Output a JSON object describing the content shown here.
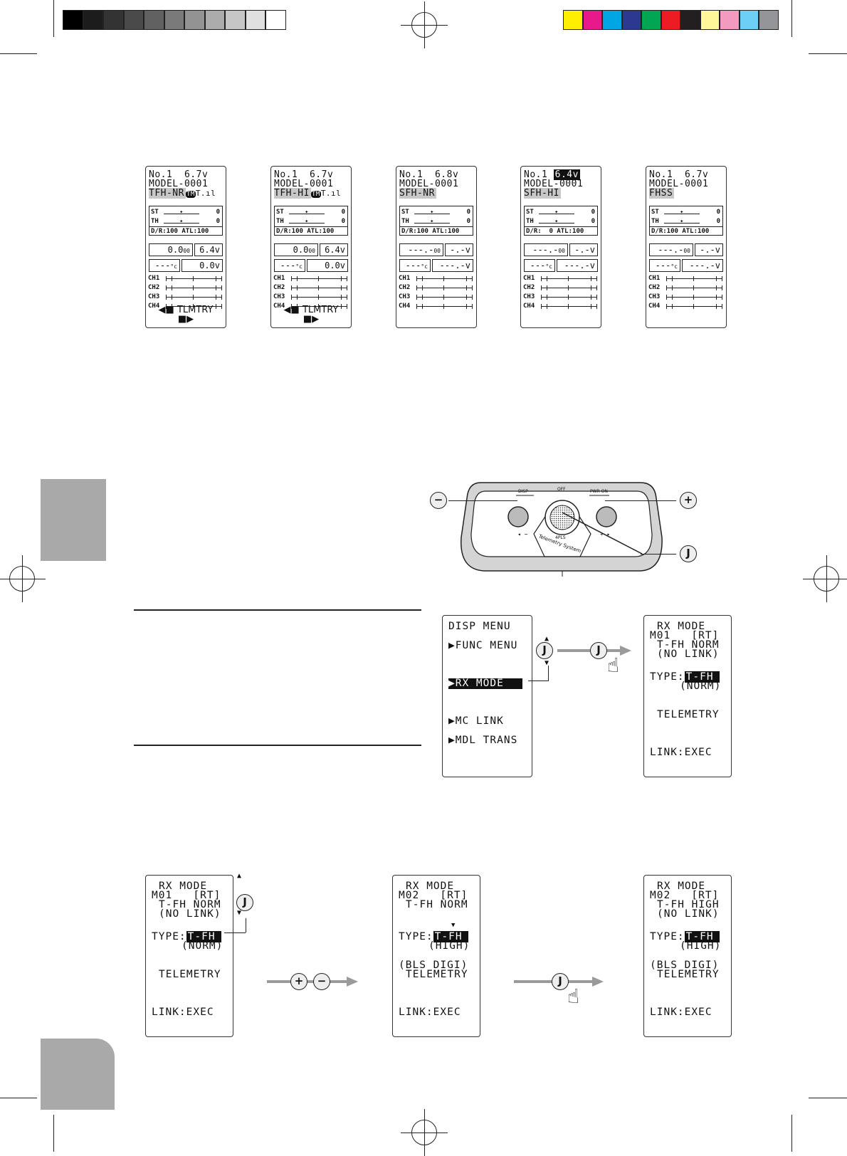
{
  "print_marks": {
    "gray_scale": [
      "#000000",
      "#1c1c1c",
      "#333333",
      "#4a4a4a",
      "#616161",
      "#7a7a7a",
      "#939393",
      "#acacac",
      "#c6c6c6",
      "#e0e0e0",
      "#ffffff"
    ],
    "color_bar": [
      "#ffee00",
      "#e8198b",
      "#00a6e3",
      "#2b3990",
      "#00a651",
      "#ed1c24",
      "#231f20",
      "#fff799",
      "#f49ac1",
      "#6dcff6",
      "#939598"
    ]
  },
  "telemetry_screens": [
    {
      "header": "No.1  6.7v",
      "header_inv": "",
      "model": "MODEL-0001",
      "mode": "TFH-NR",
      "mode_suffix": "TM",
      "trims": {
        "st": "ST",
        "th": "TH",
        "st_val": "0",
        "th_val": "0"
      },
      "dr": "D/R:100 ATL:100",
      "v1": "0.0",
      "v1_unit": "00",
      "v2": "6.4v",
      "v3": "---",
      "v3_unit": "°c",
      "v4": "0.0v",
      "ch": [
        "CH1",
        "CH2",
        "CH3",
        "CH4"
      ],
      "footer": "TLMTRY"
    },
    {
      "header": "No.1  6.7v",
      "header_inv": "",
      "model": "MODEL-0001",
      "mode": "TFH-HI",
      "mode_suffix": "TM",
      "trims": {
        "st": "ST",
        "th": "TH",
        "st_val": "0",
        "th_val": "0"
      },
      "dr": "D/R:100 ATL:100",
      "v1": "0.0",
      "v1_unit": "00",
      "v2": "6.4v",
      "v3": "---",
      "v3_unit": "°c",
      "v4": "0.0v",
      "ch": [
        "CH1",
        "CH2",
        "CH3",
        "CH4"
      ],
      "footer": "TLMTRY"
    },
    {
      "header": "No.1  6.8v",
      "header_inv": "",
      "model": "MODEL-0001",
      "mode": "SFH-NR",
      "mode_suffix": "",
      "trims": {
        "st": "ST",
        "th": "TH",
        "st_val": "0",
        "th_val": "0"
      },
      "dr": "D/R:100 ATL:100",
      "v1": "---.-",
      "v1_unit": "00",
      "v2": "-.-v",
      "v3": "---",
      "v3_unit": "°c",
      "v4": "---.-v",
      "ch": [
        "CH1",
        "CH2",
        "CH3",
        "CH4"
      ],
      "footer": ""
    },
    {
      "header": "No.1 ",
      "header_inv": "6.4v",
      "model": "MODEL-0001",
      "mode": "SFH-HI",
      "mode_suffix": "",
      "trims": {
        "st": "ST",
        "th": "TH",
        "st_val": "0",
        "th_val": "0"
      },
      "dr": "D/R:  0 ATL:100",
      "v1": "---.-",
      "v1_unit": "00",
      "v2": "-.-v",
      "v3": "---",
      "v3_unit": "°c",
      "v4": "---.-v",
      "ch": [
        "CH1",
        "CH2",
        "CH3",
        "CH4"
      ],
      "footer": ""
    },
    {
      "header": "No.1  6.7v",
      "header_inv": "",
      "model": "MODEL-0001",
      "mode": "FHSS",
      "mode_suffix": "",
      "trims": {
        "st": "ST",
        "th": "TH",
        "st_val": "0",
        "th_val": "0"
      },
      "dr": "D/R:100 ATL:100",
      "v1": "---.-",
      "v1_unit": "00",
      "v2": "-.-v",
      "v3": "---",
      "v3_unit": "°c",
      "v4": "---.-v",
      "ch": [
        "CH1",
        "CH2",
        "CH3",
        "CH4"
      ],
      "footer": ""
    }
  ],
  "controller": {
    "disp_label": "DISP",
    "off_label": "OFF",
    "pwr_label": "PWR ON",
    "brand_line1": "4PLS",
    "brand_line2": "Telemetry System",
    "minus": "−",
    "plus": "+",
    "jog": "J"
  },
  "disp_menu": {
    "items": [
      "DISP MENU",
      "▶FUNC MENU",
      "▶RX MODE",
      "▶MC LINK",
      "▶MDL TRANS"
    ]
  },
  "rx_mode_screens": [
    {
      "title": "RX MODE",
      "model": "M01   [RT]",
      "line2": "T-FH NORM",
      "line3": "(NO LINK)",
      "type_label": "TYPE:",
      "type_val": "T-FH",
      "type_sub": "(NORM)",
      "extra": "",
      "telemetry": "TELEMETRY",
      "link": "LINK:EXEC"
    },
    {
      "title": "RX MODE",
      "model": "M01   [RT]",
      "line2": "T-FH NORM",
      "line3": "(NO LINK)",
      "type_label": "TYPE:",
      "type_val": "T-FH",
      "type_sub": "(NORM)",
      "extra": "",
      "telemetry": "TELEMETRY",
      "link": "LINK:EXEC"
    },
    {
      "title": "RX MODE",
      "model": "M02   [RT]",
      "line2": "T-FH NORM",
      "line3": "",
      "type_label": "TYPE:",
      "type_val": "T-FH",
      "type_sub": "(HIGH)",
      "extra": "(BLS DIGI)",
      "telemetry": "TELEMETRY",
      "link": "LINK:EXEC"
    },
    {
      "title": "RX MODE",
      "model": "M02   [RT]",
      "line2": "T-FH HIGH",
      "line3": "(NO LINK)",
      "type_label": "TYPE:",
      "type_val": "T-FH",
      "type_sub": "(HIGH)",
      "extra": "(BLS DIGI)",
      "telemetry": "TELEMETRY",
      "link": "LINK:EXEC"
    }
  ],
  "ops": {
    "plus": "+",
    "minus": "−",
    "jog": "J"
  }
}
